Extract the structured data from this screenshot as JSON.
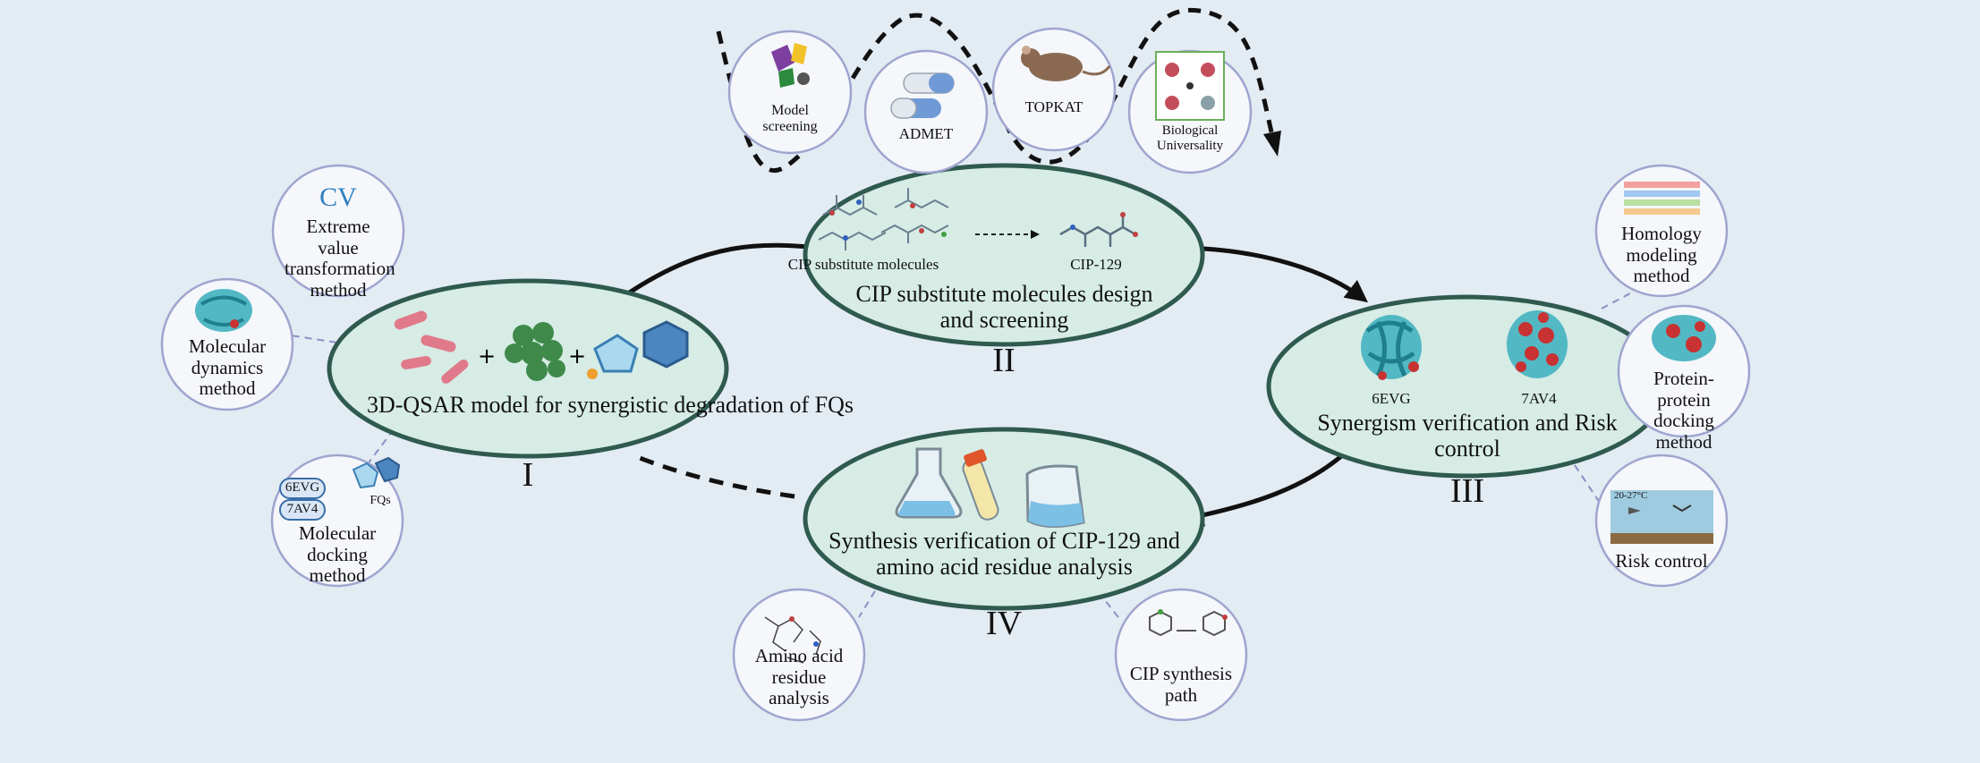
{
  "stages": {
    "s1": {
      "title": "3D-QSAR model for synergistic degradation of FQs",
      "numeral": "I"
    },
    "s2": {
      "title": "CIP substitute molecules design and screening",
      "numeral": "II",
      "label_left": "CIP substitute molecules",
      "label_right": "CIP-129"
    },
    "s3": {
      "title": "Synergism verification and Risk control",
      "numeral": "III",
      "protein_a": "6EVG",
      "protein_b": "7AV4"
    },
    "s4": {
      "title": "Synthesis verification of  CIP-129 and amino acid residue analysis",
      "numeral": "IV"
    }
  },
  "satellites": {
    "cv": {
      "heading": "CV",
      "label": "Extreme value transformation method"
    },
    "md": {
      "label": "Molecular dynamics method"
    },
    "dock": {
      "label": "Molecular docking method",
      "tag_a": "6EVG",
      "tag_b": "7AV4",
      "tag_c": "FQs"
    },
    "screen": {
      "label": "Model screening"
    },
    "admet": {
      "label": "ADMET"
    },
    "topkat": {
      "label": "TOPKAT"
    },
    "bio": {
      "label": "Biological Universality"
    },
    "homology": {
      "label": "Homology modeling method"
    },
    "ppdock": {
      "label": "Protein-protein docking method"
    },
    "risk": {
      "label": "Risk control",
      "temp": "20-27°C"
    },
    "amino": {
      "label": "Amino acid residue analysis"
    },
    "path": {
      "label": "CIP synthesis path"
    }
  },
  "colors": {
    "background": "#e3ebf3",
    "ellipse_fill": "#d6ece5",
    "ellipse_stroke": "#2f5a4f",
    "circle_stroke": "#9fa5cf",
    "accent_blue": "#2f7fbf"
  }
}
